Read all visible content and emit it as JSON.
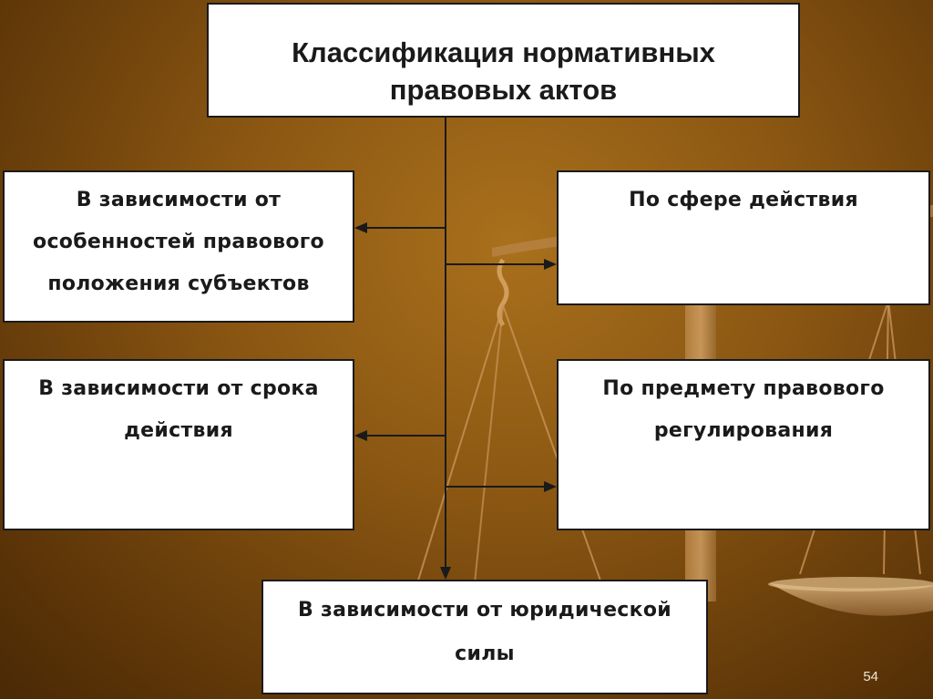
{
  "title": {
    "line1": "Классификация нормативных",
    "line2": "правовых актов"
  },
  "categories": {
    "subjects": [
      "В зависимости от",
      "особенностей правового",
      "положения субъектов"
    ],
    "sphere": [
      "По сфере действия"
    ],
    "term": [
      "В зависимости от срока",
      "действия"
    ],
    "subject_matter": [
      "По предмету правового",
      "регулирования"
    ],
    "legal_force": [
      "В зависимости от юридической",
      "силы"
    ]
  },
  "page_number": "54",
  "colors": {
    "background": "#8a5612",
    "box_fill": "#ffffff",
    "box_border": "#1a1a1a",
    "connector": "#1a1a1a"
  },
  "icons": [
    "scales-of-justice-icon",
    "arrow-left-icon",
    "arrow-right-icon",
    "arrow-down-icon"
  ]
}
